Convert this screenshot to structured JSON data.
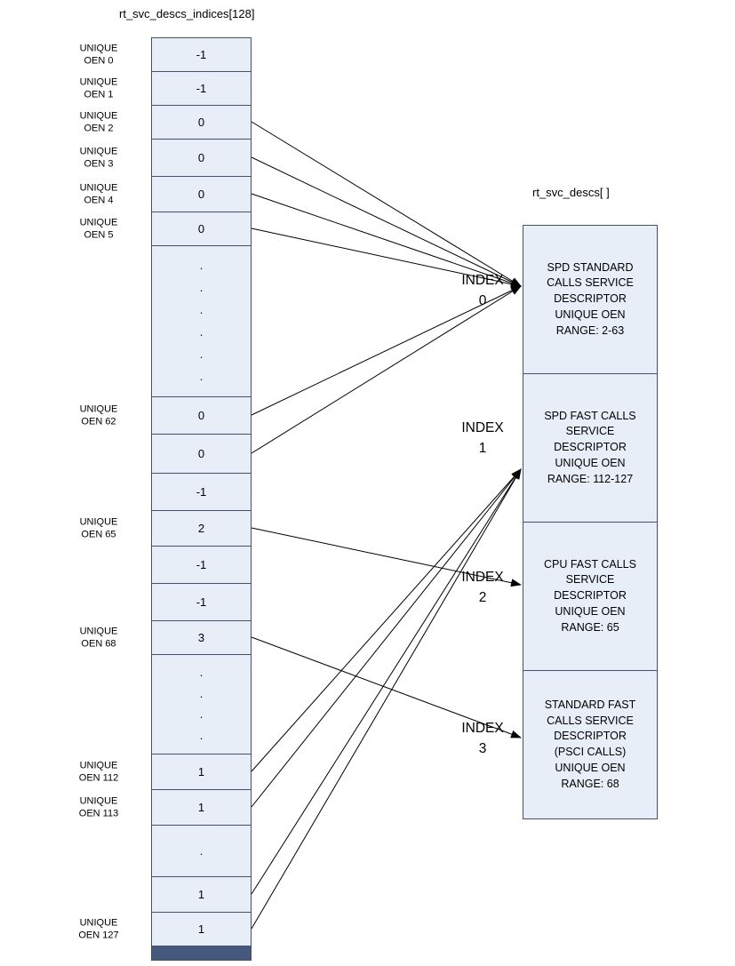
{
  "titles": {
    "left_array": "rt_svc_descs_indices[128]",
    "right_array": "rt_svc_descs[ ]"
  },
  "colors": {
    "cell_fill": "#e8eef8",
    "cell_border": "#42526b",
    "partial_cell_fill": "#46597c",
    "arrow": "#000000",
    "background": "#ffffff"
  },
  "index_column": {
    "cells": [
      {
        "label": "UNIQUE OEN 0",
        "value": "-1",
        "h": 38
      },
      {
        "label": "UNIQUE OEN 1",
        "value": "-1",
        "h": 38
      },
      {
        "label": "UNIQUE OEN 2",
        "value": "0",
        "h": 38
      },
      {
        "label": "UNIQUE OEN 3",
        "value": "0",
        "h": 42
      },
      {
        "label": "UNIQUE OEN 4",
        "value": "0",
        "h": 40
      },
      {
        "label": "UNIQUE OEN 5",
        "value": "0",
        "h": 38
      },
      {
        "dots": 6,
        "h": 170
      },
      {
        "label": "UNIQUE OEN 62",
        "value": "0",
        "h": 42
      },
      {
        "value": "0",
        "h": 44
      },
      {
        "value": "-1",
        "h": 42
      },
      {
        "label": "UNIQUE OEN 65",
        "value": "2",
        "h": 40
      },
      {
        "value": "-1",
        "h": 42
      },
      {
        "value": "-1",
        "h": 42
      },
      {
        "label": "UNIQUE OEN 68",
        "value": "3",
        "h": 38
      },
      {
        "dots": 4,
        "h": 112
      },
      {
        "label": "UNIQUE OEN 112",
        "value": "1",
        "h": 40
      },
      {
        "label": "UNIQUE OEN 113",
        "value": "1",
        "h": 40
      },
      {
        "dots": 1,
        "h": 58
      },
      {
        "value": "1",
        "h": 40
      },
      {
        "label": "UNIQUE OEN 127",
        "value": "1",
        "h": 38
      },
      {
        "partial": true,
        "h": 16
      }
    ]
  },
  "descriptors": [
    {
      "index_word": "INDEX",
      "index_num": "0",
      "text": "SPD STANDARD CALLS SERVICE DESCRIPTOR UNIQUE OEN RANGE: 2-63"
    },
    {
      "index_word": "INDEX",
      "index_num": "1",
      "text": "SPD FAST CALLS SERVICE DESCRIPTOR UNIQUE OEN RANGE: 112-127"
    },
    {
      "index_word": "INDEX",
      "index_num": "2",
      "text": "CPU FAST CALLS SERVICE DESCRIPTOR UNIQUE OEN RANGE: 65"
    },
    {
      "index_word": "INDEX",
      "index_num": "3",
      "text": "STANDARD FAST CALLS SERVICE DESCRIPTOR (PSCI CALLS) UNIQUE OEN RANGE: 68"
    }
  ],
  "arrows": [
    {
      "from_cell": 2,
      "to_descriptor": 0
    },
    {
      "from_cell": 3,
      "to_descriptor": 0
    },
    {
      "from_cell": 4,
      "to_descriptor": 0
    },
    {
      "from_cell": 5,
      "to_descriptor": 0
    },
    {
      "from_cell": 7,
      "to_descriptor": 0
    },
    {
      "from_cell": 8,
      "to_descriptor": 0
    },
    {
      "from_cell": 10,
      "to_descriptor": 2
    },
    {
      "from_cell": 13,
      "to_descriptor": 3
    },
    {
      "from_cell": 15,
      "to_descriptor": 1
    },
    {
      "from_cell": 16,
      "to_descriptor": 1
    },
    {
      "from_cell": 18,
      "to_descriptor": 1
    },
    {
      "from_cell": 19,
      "to_descriptor": 1
    }
  ]
}
